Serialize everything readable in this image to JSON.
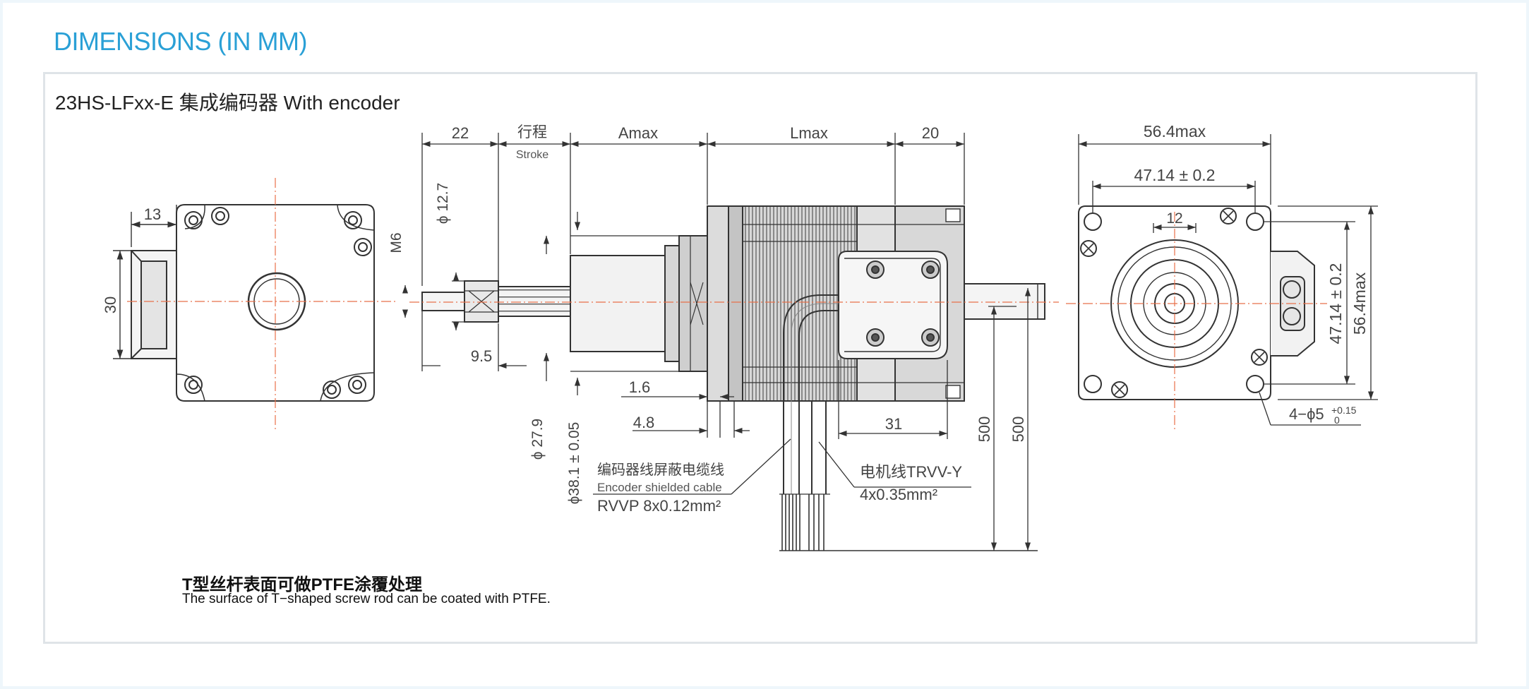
{
  "heading": "DIMENSIONS (IN MM)",
  "model": "23HS-LFxx-E 集成编码器  With encoder",
  "dims": {
    "d13": "13",
    "d30": "30",
    "d22": "22",
    "stroke_cn": "行程",
    "stroke_en": "Stroke",
    "amax": "Amax",
    "lmax": "Lmax",
    "d20": "20",
    "phi127": "ϕ 12.7",
    "m6": "M6",
    "d95": "9.5",
    "d16": "1.6",
    "d48": "4.8",
    "phi279": "ϕ 27.9",
    "phi381": "ϕ38.1 ± 0.05",
    "d31": "31",
    "d500a": "500",
    "d500b": "500",
    "d564": "56.4max",
    "d4714": "47.14 ± 0.2",
    "d12": "12",
    "d4714v": "47.14 ± 0.2",
    "d564v": "56.4max",
    "holes": "4−ϕ5",
    "tol_up": "+0.15",
    "tol_lo": "0"
  },
  "cables": {
    "encoder_cn": "编码器线屏蔽电缆线",
    "encoder_en": "Encoder shielded cable",
    "encoder_spec": "RVVP 8x0.12mm²",
    "motor_cn": "电机线TRVV-Y",
    "motor_spec": "4x0.35mm²"
  },
  "note": {
    "cn": "T型丝杆表面可做PTFE涂覆处理",
    "en": "The surface of T−shaped screw rod can be coated with PTFE."
  },
  "colors": {
    "accent": "#2aa0d6",
    "line": "#333333",
    "center": "#e8704a",
    "body": "#e2e2e2",
    "dark": "#b4b4b4"
  }
}
